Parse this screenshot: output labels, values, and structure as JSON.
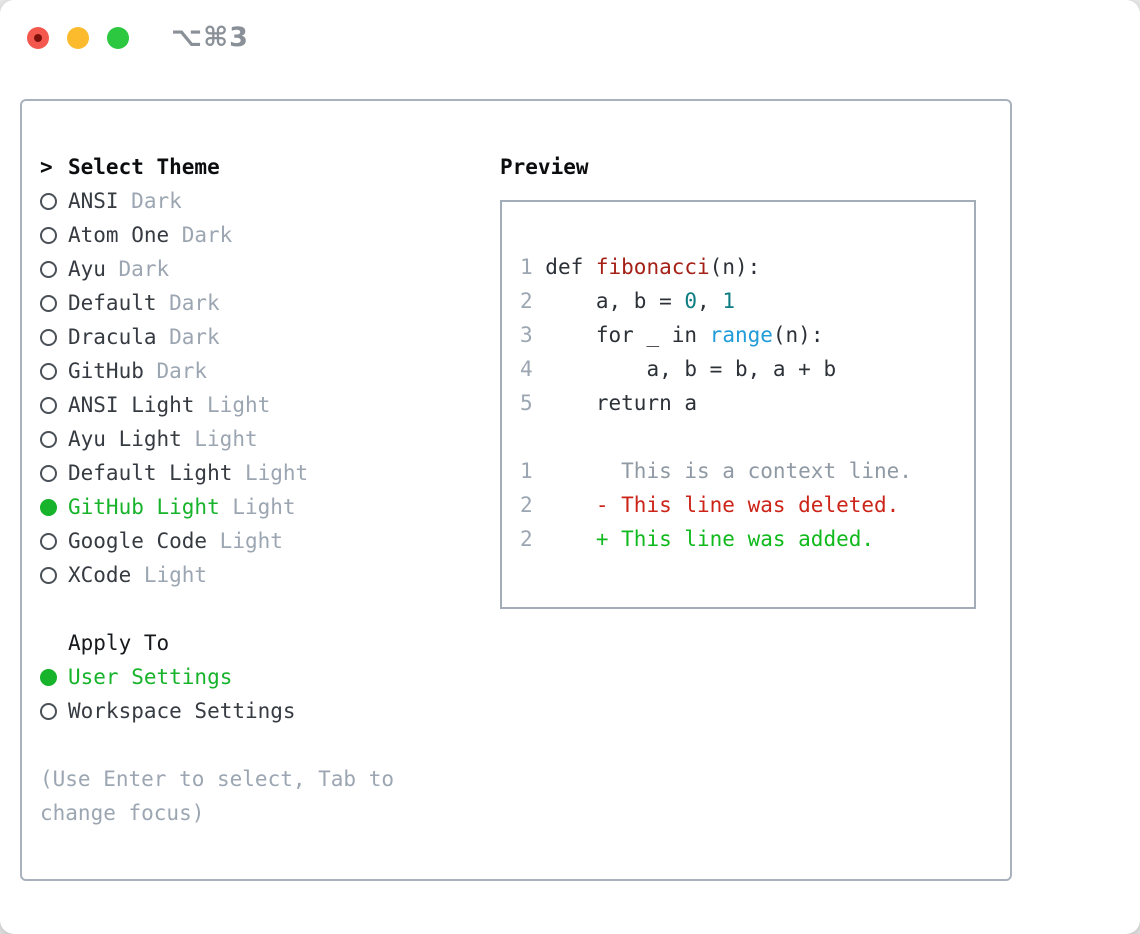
{
  "window": {
    "title": "⌥⌘3",
    "traffic_lights": [
      {
        "name": "close",
        "color": "#f4574e"
      },
      {
        "name": "minimize",
        "color": "#fcbb2d"
      },
      {
        "name": "zoom",
        "color": "#2bc840"
      }
    ]
  },
  "left": {
    "header": {
      "prefix": ">",
      "label": "Select Theme"
    },
    "themes": [
      {
        "name": "ANSI",
        "variant": "Dark",
        "selected": false
      },
      {
        "name": "Atom One",
        "variant": "Dark",
        "selected": false
      },
      {
        "name": "Ayu",
        "variant": "Dark",
        "selected": false
      },
      {
        "name": "Default",
        "variant": "Dark",
        "selected": false
      },
      {
        "name": "Dracula",
        "variant": "Dark",
        "selected": false
      },
      {
        "name": "GitHub",
        "variant": "Dark",
        "selected": false
      },
      {
        "name": "ANSI Light",
        "variant": "Light",
        "selected": false
      },
      {
        "name": "Ayu Light",
        "variant": "Light",
        "selected": false
      },
      {
        "name": "Default Light",
        "variant": "Light",
        "selected": false
      },
      {
        "name": "GitHub Light",
        "variant": "Light",
        "selected": true
      },
      {
        "name": "Google Code",
        "variant": "Light",
        "selected": false
      },
      {
        "name": "XCode",
        "variant": "Light",
        "selected": false
      }
    ],
    "apply_to": {
      "label": "Apply To",
      "options": [
        {
          "name": "User Settings",
          "selected": true
        },
        {
          "name": "Workspace Settings",
          "selected": false
        }
      ]
    },
    "help": [
      "(Use Enter to select, Tab to",
      "change focus)"
    ]
  },
  "preview": {
    "title": "Preview",
    "lines": [
      {
        "num": "1",
        "segs": [
          {
            "t": "def ",
            "c": "fg"
          },
          {
            "t": "fibonacci",
            "c": "func"
          },
          {
            "t": "(n):",
            "c": "fg"
          }
        ]
      },
      {
        "num": "2",
        "segs": [
          {
            "t": "    a, b = ",
            "c": "fg"
          },
          {
            "t": "0",
            "c": "num"
          },
          {
            "t": ", ",
            "c": "fg"
          },
          {
            "t": "1",
            "c": "num"
          }
        ]
      },
      {
        "num": "3",
        "segs": [
          {
            "t": "    for _ in ",
            "c": "fg"
          },
          {
            "t": "range",
            "c": "builtin"
          },
          {
            "t": "(n):",
            "c": "fg"
          }
        ]
      },
      {
        "num": "4",
        "segs": [
          {
            "t": "        a, b = b, a + b",
            "c": "fg"
          }
        ]
      },
      {
        "num": "5",
        "segs": [
          {
            "t": "    return a",
            "c": "fg"
          }
        ]
      },
      {
        "num": "",
        "segs": []
      },
      {
        "num": "1",
        "segs": [
          {
            "t": "      This is a context line.",
            "c": "ctx"
          }
        ]
      },
      {
        "num": "2",
        "segs": [
          {
            "t": "    - This line was deleted.",
            "c": "del"
          }
        ]
      },
      {
        "num": "2",
        "segs": [
          {
            "t": "    + This line was added.",
            "c": "add"
          }
        ]
      }
    ]
  },
  "colors": {
    "accent_green": "#17b32a",
    "radio_outline": "#4b5158",
    "muted_text": "#9ca6b2",
    "code_foreground": "#2c3138",
    "function_red": "#a52118",
    "number_teal": "#0c7d81",
    "builtin_blue": "#209cd8",
    "diff_context_gray": "#8f99a4",
    "diff_deleted_red": "#cc2418",
    "diff_added_green": "#10ba1d",
    "panel_border": "#a9b2bc"
  }
}
